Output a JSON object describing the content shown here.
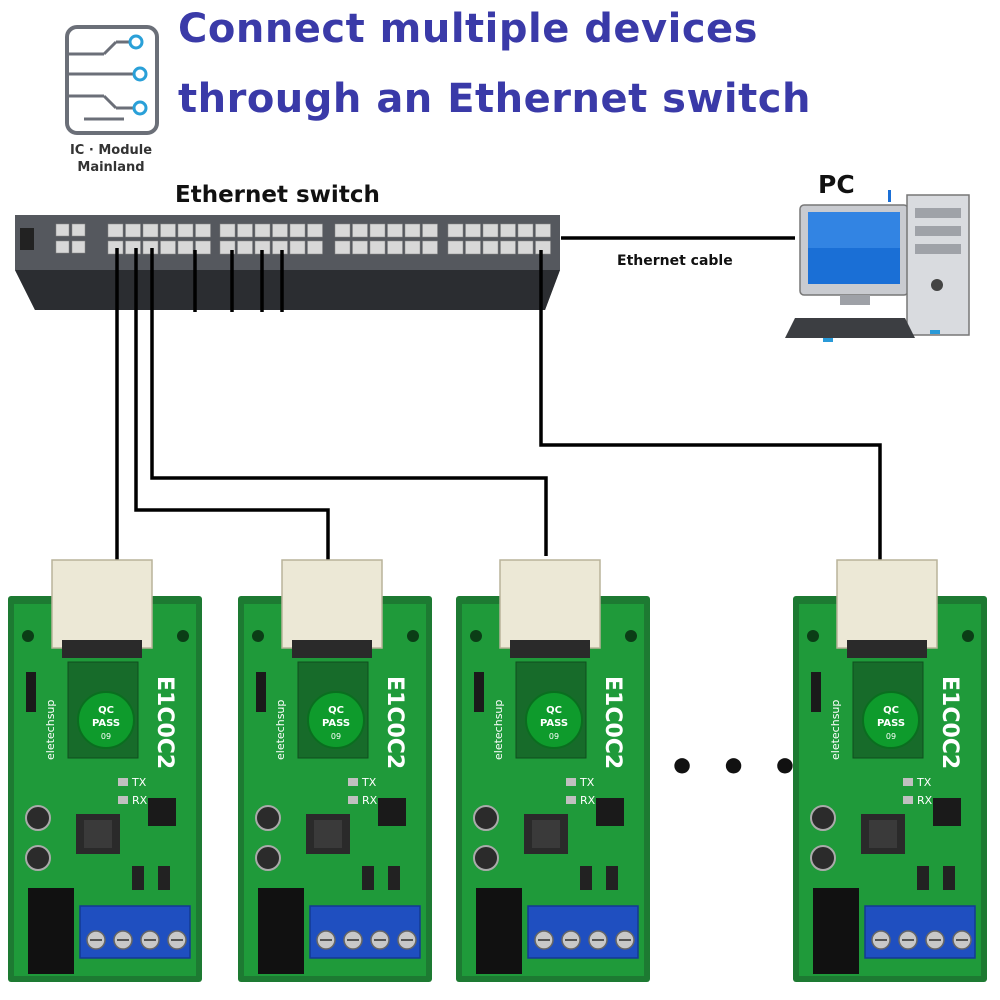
{
  "title": {
    "line1": "Connect multiple devices",
    "line2": "through an Ethernet switch"
  },
  "logo": {
    "line1": "IC · Module",
    "line2": "Mainland"
  },
  "switch": {
    "label": "Ethernet switch"
  },
  "pc": {
    "label": "PC"
  },
  "cable": {
    "label": "Ethernet cable"
  },
  "ellipsis": "• • •",
  "boards": [
    {
      "model": "E1C0C2",
      "maker": "eletechsup",
      "badge_line1": "QC",
      "badge_line2": "PASS",
      "badge_line3": "09",
      "tx": "TX",
      "rx": "RX"
    },
    {
      "model": "E1C0C2",
      "maker": "eletechsup",
      "badge_line1": "QC",
      "badge_line2": "PASS",
      "badge_line3": "09",
      "tx": "TX",
      "rx": "RX"
    },
    {
      "model": "E1C0C2",
      "maker": "eletechsup",
      "badge_line1": "QC",
      "badge_line2": "PASS",
      "badge_line3": "09",
      "tx": "TX",
      "rx": "RX"
    },
    {
      "model": "E1C0C2",
      "maker": "eletechsup",
      "badge_line1": "QC",
      "badge_line2": "PASS",
      "badge_line3": "09",
      "tx": "TX",
      "rx": "RX"
    }
  ],
  "colors": {
    "title": "#3a3aa8",
    "pcb": "#1f9a3a",
    "terminal": "#1f4fc0",
    "switch_body": "#4a4d52"
  }
}
